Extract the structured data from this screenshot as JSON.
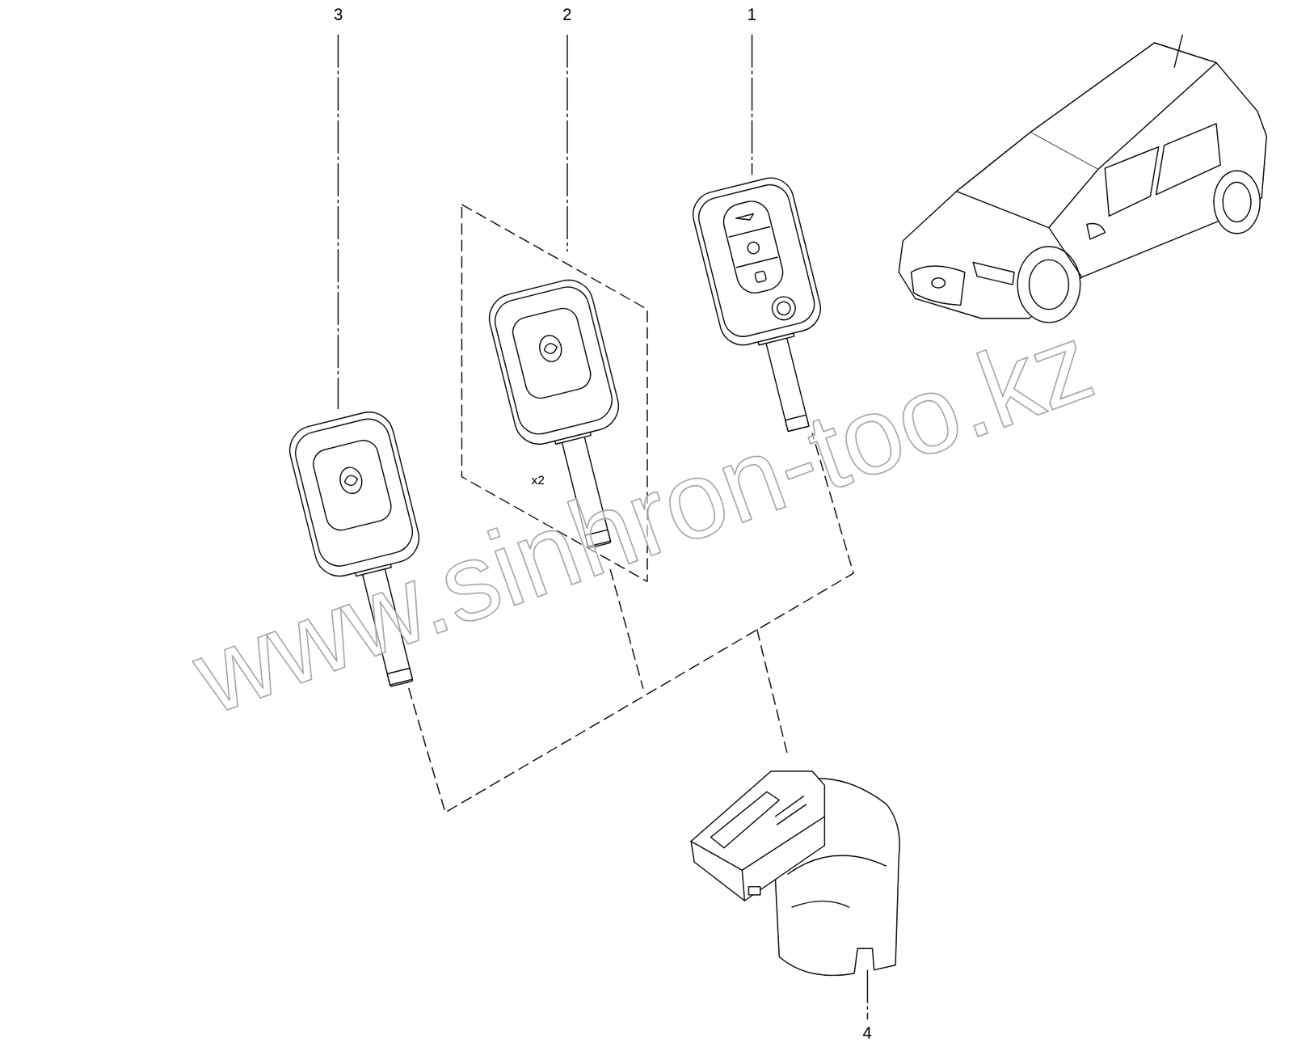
{
  "diagram": {
    "labels": [
      "3",
      "2",
      "1",
      "4",
      "x2",
      "www.sinhron-too.kz"
    ]
  }
}
